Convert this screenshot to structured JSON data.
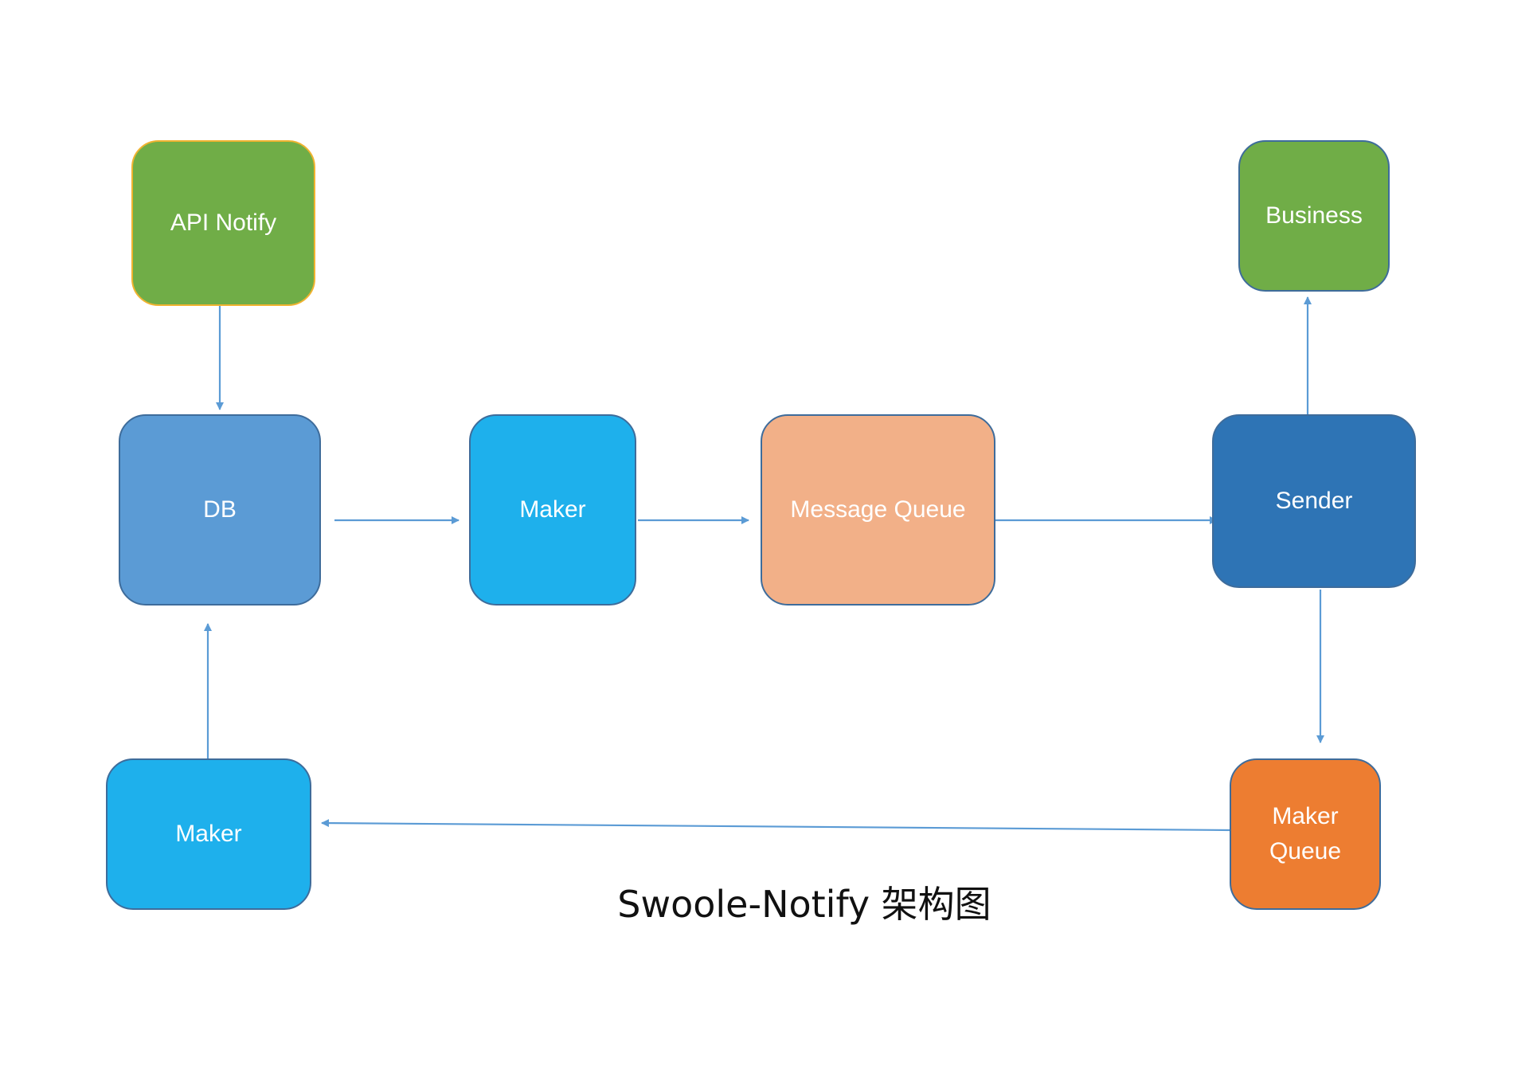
{
  "diagram": {
    "title": "Swoole-Notify 架构图",
    "nodes": {
      "api_notify": {
        "label": "API Notify",
        "color": "#70ad47"
      },
      "business": {
        "label": "Business",
        "color": "#70ad47"
      },
      "db": {
        "label": "DB",
        "color": "#5b9bd5"
      },
      "maker_mid": {
        "label": "Maker",
        "color": "#1eb0ec"
      },
      "message_queue": {
        "label": "Message Queue",
        "color": "#f2b088"
      },
      "sender": {
        "label": "Sender",
        "color": "#2e74b5"
      },
      "maker_bottom": {
        "label": "Maker",
        "color": "#1eb0ec"
      },
      "maker_queue": {
        "label": "Maker\nQueue",
        "color": "#ed7d31"
      }
    },
    "edges": [
      {
        "from": "API Notify",
        "to": "DB"
      },
      {
        "from": "DB",
        "to": "Maker"
      },
      {
        "from": "Maker",
        "to": "Message Queue"
      },
      {
        "from": "Message Queue",
        "to": "Sender"
      },
      {
        "from": "Sender",
        "to": "Business"
      },
      {
        "from": "Sender",
        "to": "Maker Queue"
      },
      {
        "from": "Maker Queue",
        "to": "Maker"
      },
      {
        "from": "Maker",
        "to": "DB"
      }
    ],
    "edge_color": "#5b9bd5"
  }
}
